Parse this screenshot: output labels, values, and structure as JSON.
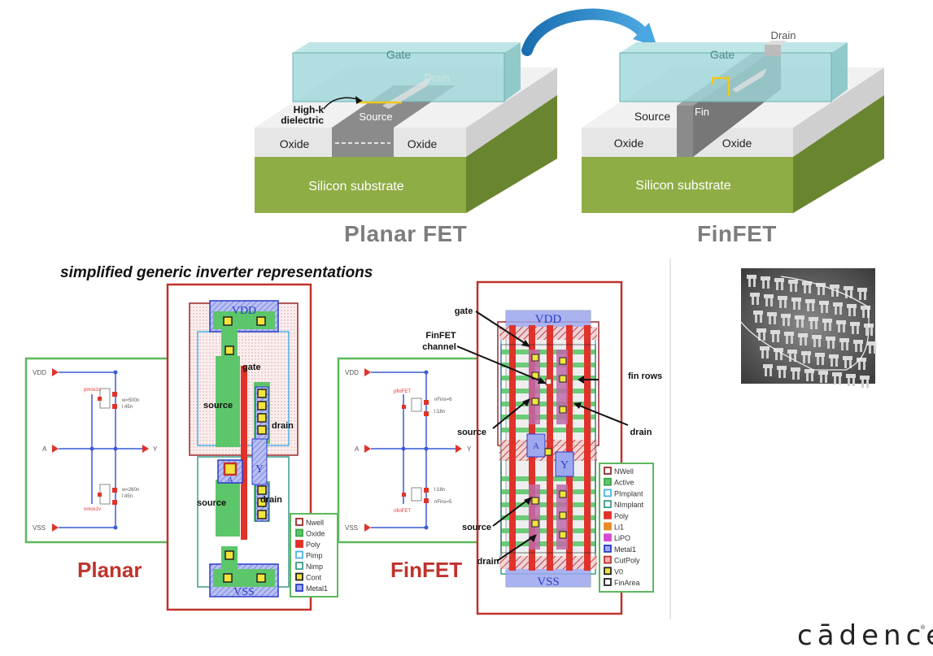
{
  "planar_3d": {
    "gate": "Gate",
    "drain": "Drain",
    "source": "Source",
    "high_k": [
      "High-k",
      "dielectric"
    ],
    "oxide_left": "Oxide",
    "oxide_right": "Oxide",
    "substrate": "Silicon substrate",
    "title": "Planar FET"
  },
  "finfet_3d": {
    "gate": "Gate",
    "drain": "Drain",
    "source": "Source",
    "fin": "Fin",
    "oxide_left": "Oxide",
    "oxide_right": "Oxide",
    "substrate": "Silicon substrate",
    "title": "FinFET"
  },
  "subtitle": "simplified generic inverter representations",
  "planar_schematic": {
    "vdd": "VDD",
    "vss": "VSS",
    "a": "A",
    "y": "Y",
    "pmos": "pmos1v",
    "nmos": "nmos1v",
    "p_size": [
      "w=500n",
      "l:45n"
    ],
    "n_size": [
      "w=260n",
      "l:45n"
    ]
  },
  "planar_layout": {
    "vdd": "VDD",
    "vss": "VSS",
    "gate": "gate",
    "source_top": "source",
    "drain_top": "drain",
    "source_bottom": "source",
    "drain_bottom": "drain",
    "pin_a": "A",
    "pin_y": "Y",
    "legend": [
      {
        "label": "Nwell",
        "color": "#9b2a2a",
        "fill": "none"
      },
      {
        "label": "Oxide",
        "color": "#3aa64a",
        "fill": "#5cc66a"
      },
      {
        "label": "Poly",
        "color": "#e0322b",
        "fill": "#e0322b"
      },
      {
        "label": "Pimp",
        "color": "#49b5e6",
        "fill": "none"
      },
      {
        "label": "Nimp",
        "color": "#3b9b8b",
        "fill": "none"
      },
      {
        "label": "Cont",
        "color": "#222222",
        "fill": "#f2e43a"
      },
      {
        "label": "Metal1",
        "color": "#2a3bc6",
        "fill": "#9ea8ee"
      }
    ],
    "title": "Planar"
  },
  "finfet_schematic": {
    "vdd": "VDD",
    "vss": "VSS",
    "a": "A",
    "y": "Y",
    "pfin": "pfinFET",
    "nfin": "nfinFET",
    "p_size": [
      "nFins=6",
      "l:18n"
    ],
    "n_size": [
      "l:18n",
      "nFins=5"
    ]
  },
  "finfet_layout": {
    "vdd": "VDD",
    "vss": "VSS",
    "gate": "gate",
    "channel": [
      "FinFET",
      "channel"
    ],
    "fin_rows": "fin rows",
    "source_top": "source",
    "drain_top": "drain",
    "source_bottom": "source",
    "drain_bottom": "drain",
    "pin_a": "A",
    "pin_y": "Y",
    "legend": [
      {
        "label": "NWell",
        "color": "#9b2a2a",
        "fill": "none"
      },
      {
        "label": "Active",
        "color": "#3aa64a",
        "fill": "#5cc66a"
      },
      {
        "label": "PImplant",
        "color": "#49b5e6",
        "fill": "none"
      },
      {
        "label": "NImplant",
        "color": "#3b9b8b",
        "fill": "none"
      },
      {
        "label": "Poly",
        "color": "#e0322b",
        "fill": "#e0322b"
      },
      {
        "label": "Li1",
        "color": "#e88a2a",
        "fill": "#e88a2a"
      },
      {
        "label": "LiPO",
        "color": "#d64ad6",
        "fill": "#d64ad6"
      },
      {
        "label": "Metal1",
        "color": "#2a3bc6",
        "fill": "#9ea8ee"
      },
      {
        "label": "CutPoly",
        "color": "#c0322b",
        "fill": "#f0b0b0"
      },
      {
        "label": "V0",
        "color": "#222222",
        "fill": "#f2e43a"
      },
      {
        "label": "FinArea",
        "color": "#222222",
        "fill": "none"
      }
    ],
    "title": "FinFET"
  },
  "brand": "cādence"
}
